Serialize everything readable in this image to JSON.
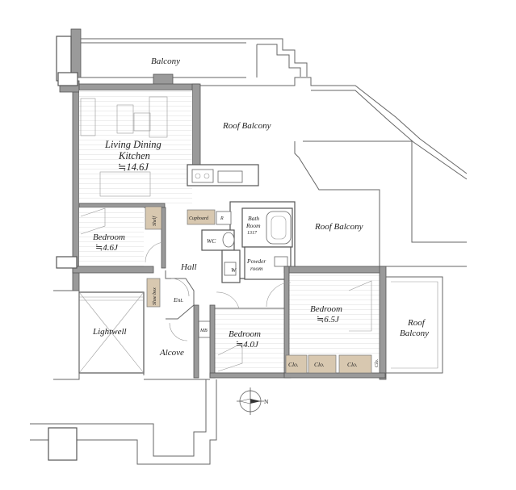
{
  "rooms": {
    "balcony_top": "Balcony",
    "roof_balcony_1": "Roof Balcony",
    "roof_balcony_2": "Roof Balcony",
    "roof_balcony_3_line1": "Roof",
    "roof_balcony_3_line2": "Balcony",
    "ldk_line1": "Living Dining",
    "ldk_line2": "Kitchen",
    "ldk_size": "≒14.6J",
    "bedroom_1": "Bedroom",
    "bedroom_1_size": "≒4.6J",
    "bedroom_2": "Bedroom",
    "bedroom_2_size": "≒4.0J",
    "bedroom_3": "Bedroom",
    "bedroom_3_size": "≒6.5J",
    "hall": "Hall",
    "ent": "Ent.",
    "alcove": "Alcove",
    "lightwell": "Lightwell",
    "bath_line1": "Bath",
    "bath_line2": "Room",
    "bath_line3": "1317",
    "powder_line1": "Powder",
    "powder_line2": "room",
    "wc": "WC",
    "w": "W",
    "r": "R",
    "cupboard": "Cupboard",
    "shelf": "Shelf",
    "shoe_box": "Shoe box",
    "mb": "MB",
    "clo1": "Clo.",
    "clo2": "Clo.",
    "clo3": "Clo.",
    "clo4": "Clo."
  },
  "compass": {
    "north_label": "N",
    "icon": "compass-icon"
  }
}
